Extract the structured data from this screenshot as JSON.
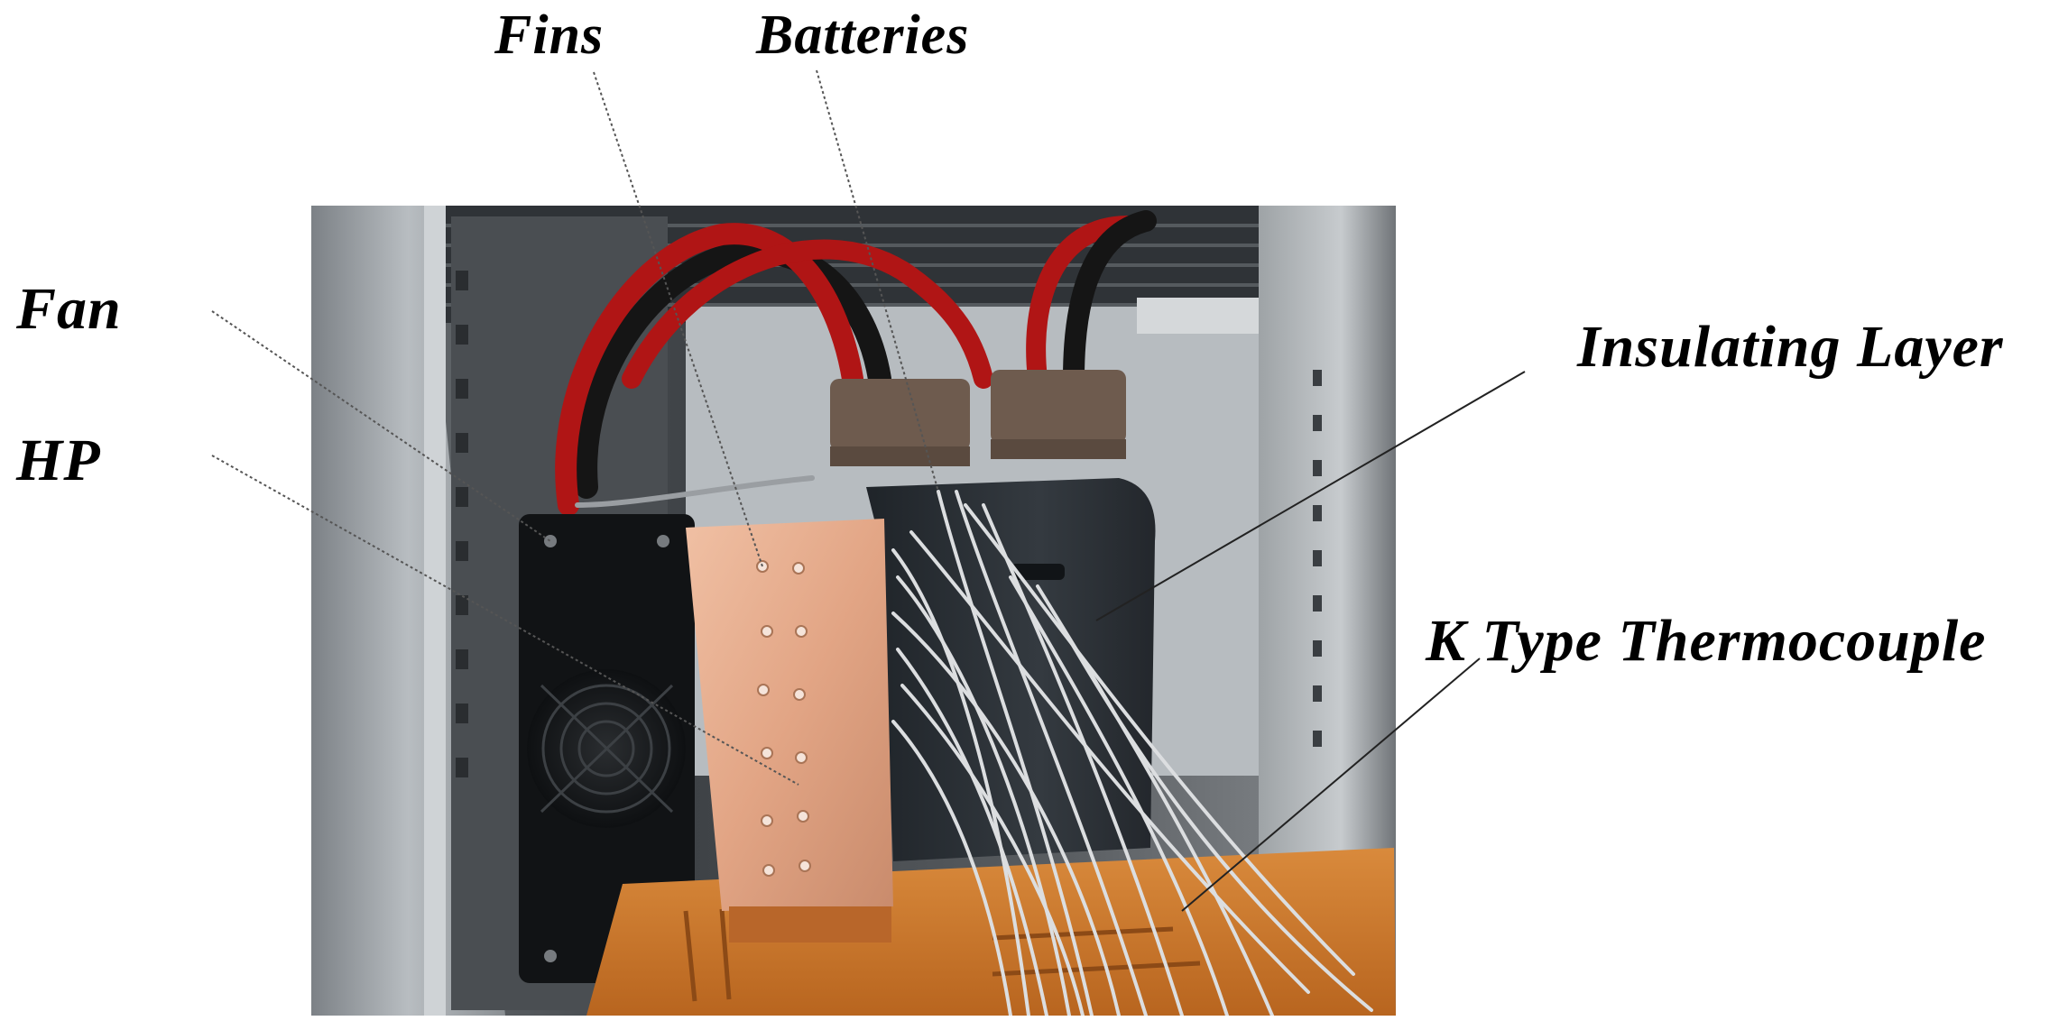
{
  "labels": {
    "fins": "Fins",
    "batteries": "Batteries",
    "fan": "Fan",
    "hp": "HP",
    "insulating_layer": "Insulating Layer",
    "thermocouple": "K Type Thermocouple"
  },
  "colors": {
    "copper_plate": "#e4a98a",
    "copper_base": "#c9752e",
    "chamber_frame": "#9ea3a6",
    "insulation": "#2b3036",
    "cable_red": "#b01515",
    "cable_black": "#151515",
    "terminal_block": "#6e5b4e",
    "wires": "#d8dadc"
  }
}
